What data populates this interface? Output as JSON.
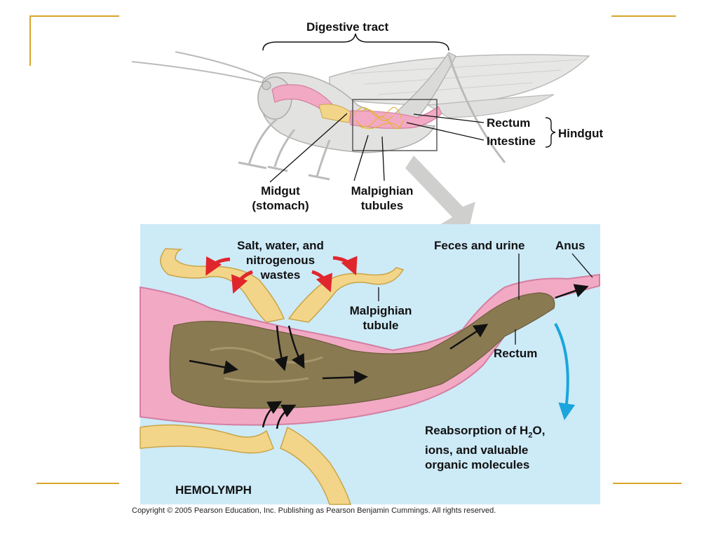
{
  "top_labels": {
    "digestive_tract": "Digestive tract",
    "rectum": "Rectum",
    "intestine": "Intestine",
    "hindgut": "Hindgut",
    "midgut_line1": "Midgut",
    "midgut_line2": "(stomach)",
    "malpighian_line1": "Malpighian",
    "malpighian_line2": "tubules"
  },
  "detail_labels": {
    "salt_line1": "Salt, water, and",
    "salt_line2": "nitrogenous",
    "salt_line3": "wastes",
    "feces_urine": "Feces and urine",
    "anus": "Anus",
    "tubule_line1": "Malpighian",
    "tubule_line2": "tubule",
    "rectum": "Rectum",
    "reabsorption_prefix": "Reabsorption of H",
    "reabsorption_sub": "2",
    "reabsorption_suffix": "O,",
    "reabsorption_line2": "ions, and valuable",
    "reabsorption_line3": "organic molecules",
    "hemolymph": "HEMOLYMPH"
  },
  "copyright": "Copyright © 2005 Pearson Education, Inc. Publishing as Pearson Benjamin Cummings. All rights reserved.",
  "colors": {
    "frame": "#d9a52b",
    "panel_bg": "#cdeaf7",
    "gut_pink": "#f2a9c4",
    "tubule_yellow": "#f3d58a",
    "contents_brown": "#8a7a52",
    "red_arrow": "#e0262c",
    "blue_arrow": "#1aa5dc"
  }
}
